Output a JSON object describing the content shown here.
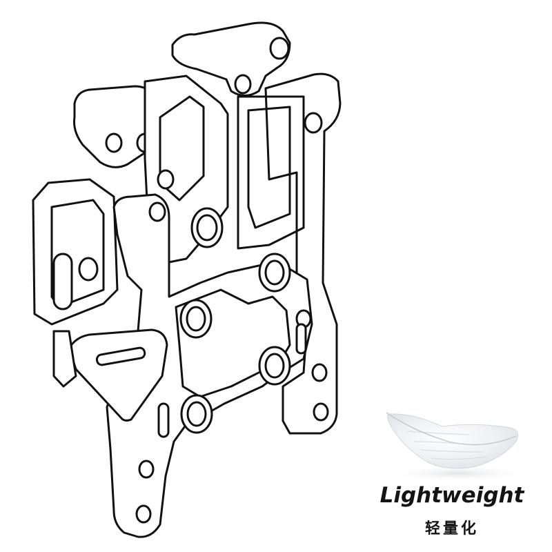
{
  "caption": {
    "title": "Lightweight",
    "subtitle": "轻量化"
  },
  "colors": {
    "background": "#ffffff",
    "line": "#111111",
    "text": "#141414",
    "feather": "#e9ebee"
  },
  "icons": {
    "part": "carbon-chassis-bulkhead-line-drawing",
    "feather": "feather-icon"
  }
}
